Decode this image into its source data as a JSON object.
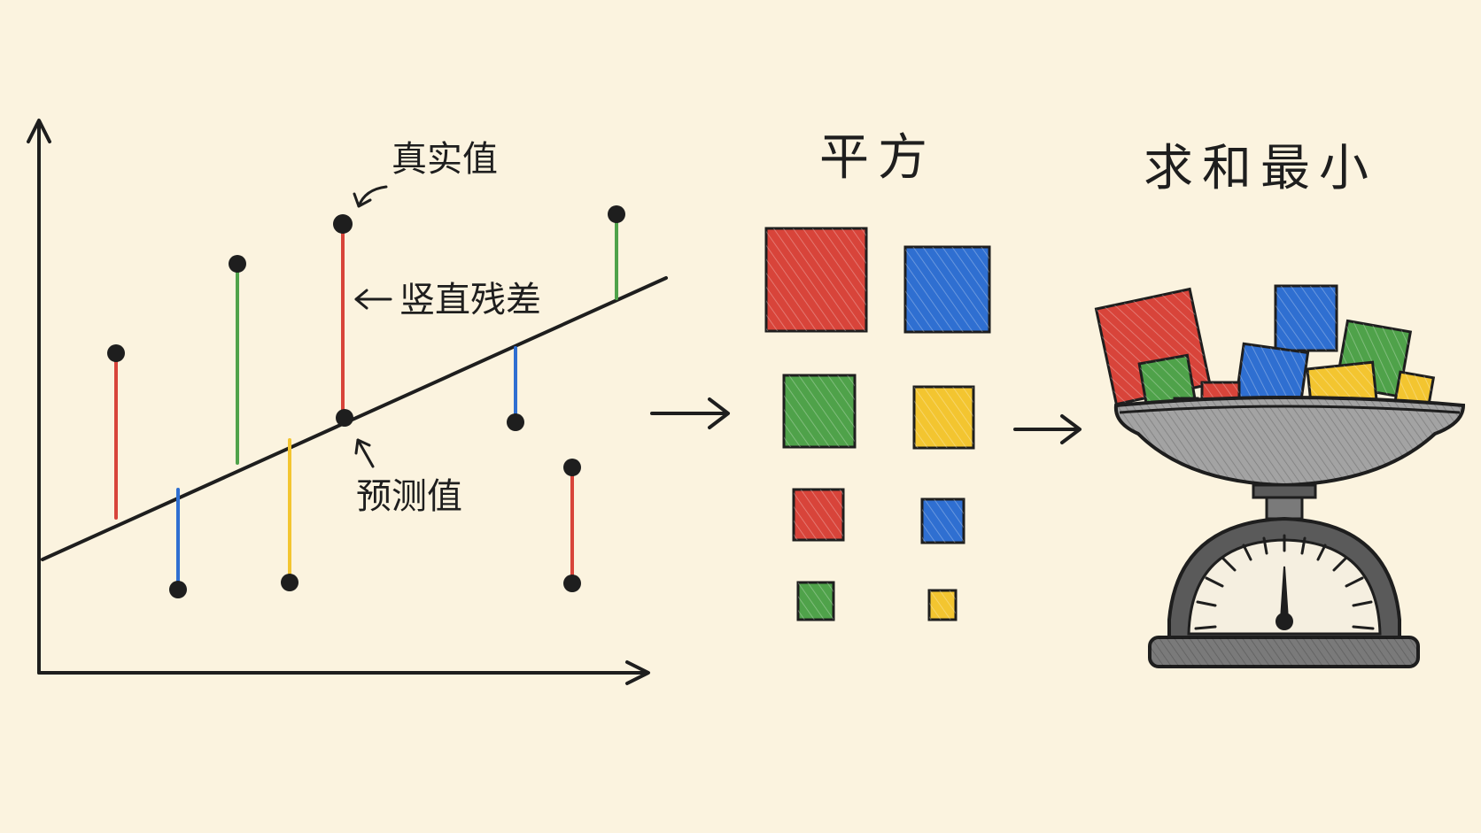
{
  "labels": {
    "true_value": "真实值",
    "vertical_residual": "竖直残差",
    "predicted_value": "预测值",
    "square": "平方",
    "sum_minimize": "求和最小"
  },
  "colors": {
    "background": "#fbf3df",
    "ink": "#1e1e1e",
    "red": "#d8443a",
    "blue": "#2f6fd1",
    "green": "#4fa24a",
    "yellow": "#f3c530",
    "scale_metal": "#9c9c9c",
    "scale_dark": "#5a5a5a"
  },
  "icons": [
    "arrow-right-icon",
    "kitchen-scale-icon"
  ]
}
